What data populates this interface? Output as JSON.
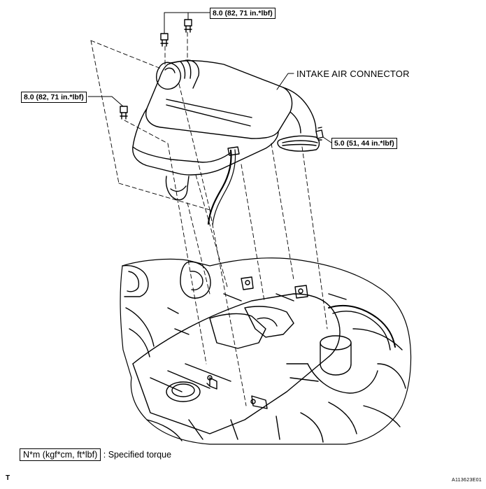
{
  "torque_labels": {
    "top_bolts": "8.0 (82, 71 in.*lbf)",
    "left_bolt": "8.0 (82, 71 in.*lbf)",
    "clamp": "5.0 (51, 44 in.*lbf)"
  },
  "callouts": {
    "intake_air_connector": "INTAKE AIR CONNECTOR"
  },
  "legend": {
    "unit_box": "N*m (kgf*cm, ft*lbf)",
    "description": ": Specified torque"
  },
  "corner": {
    "left_mark": "T",
    "figure_id": "A113623E01"
  }
}
